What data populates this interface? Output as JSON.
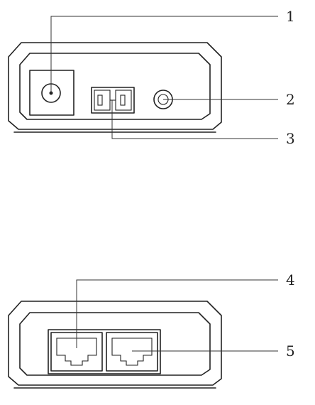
{
  "callouts": [
    {
      "number": "1"
    },
    {
      "number": "2"
    },
    {
      "number": "3"
    },
    {
      "number": "4"
    },
    {
      "number": "5"
    }
  ]
}
